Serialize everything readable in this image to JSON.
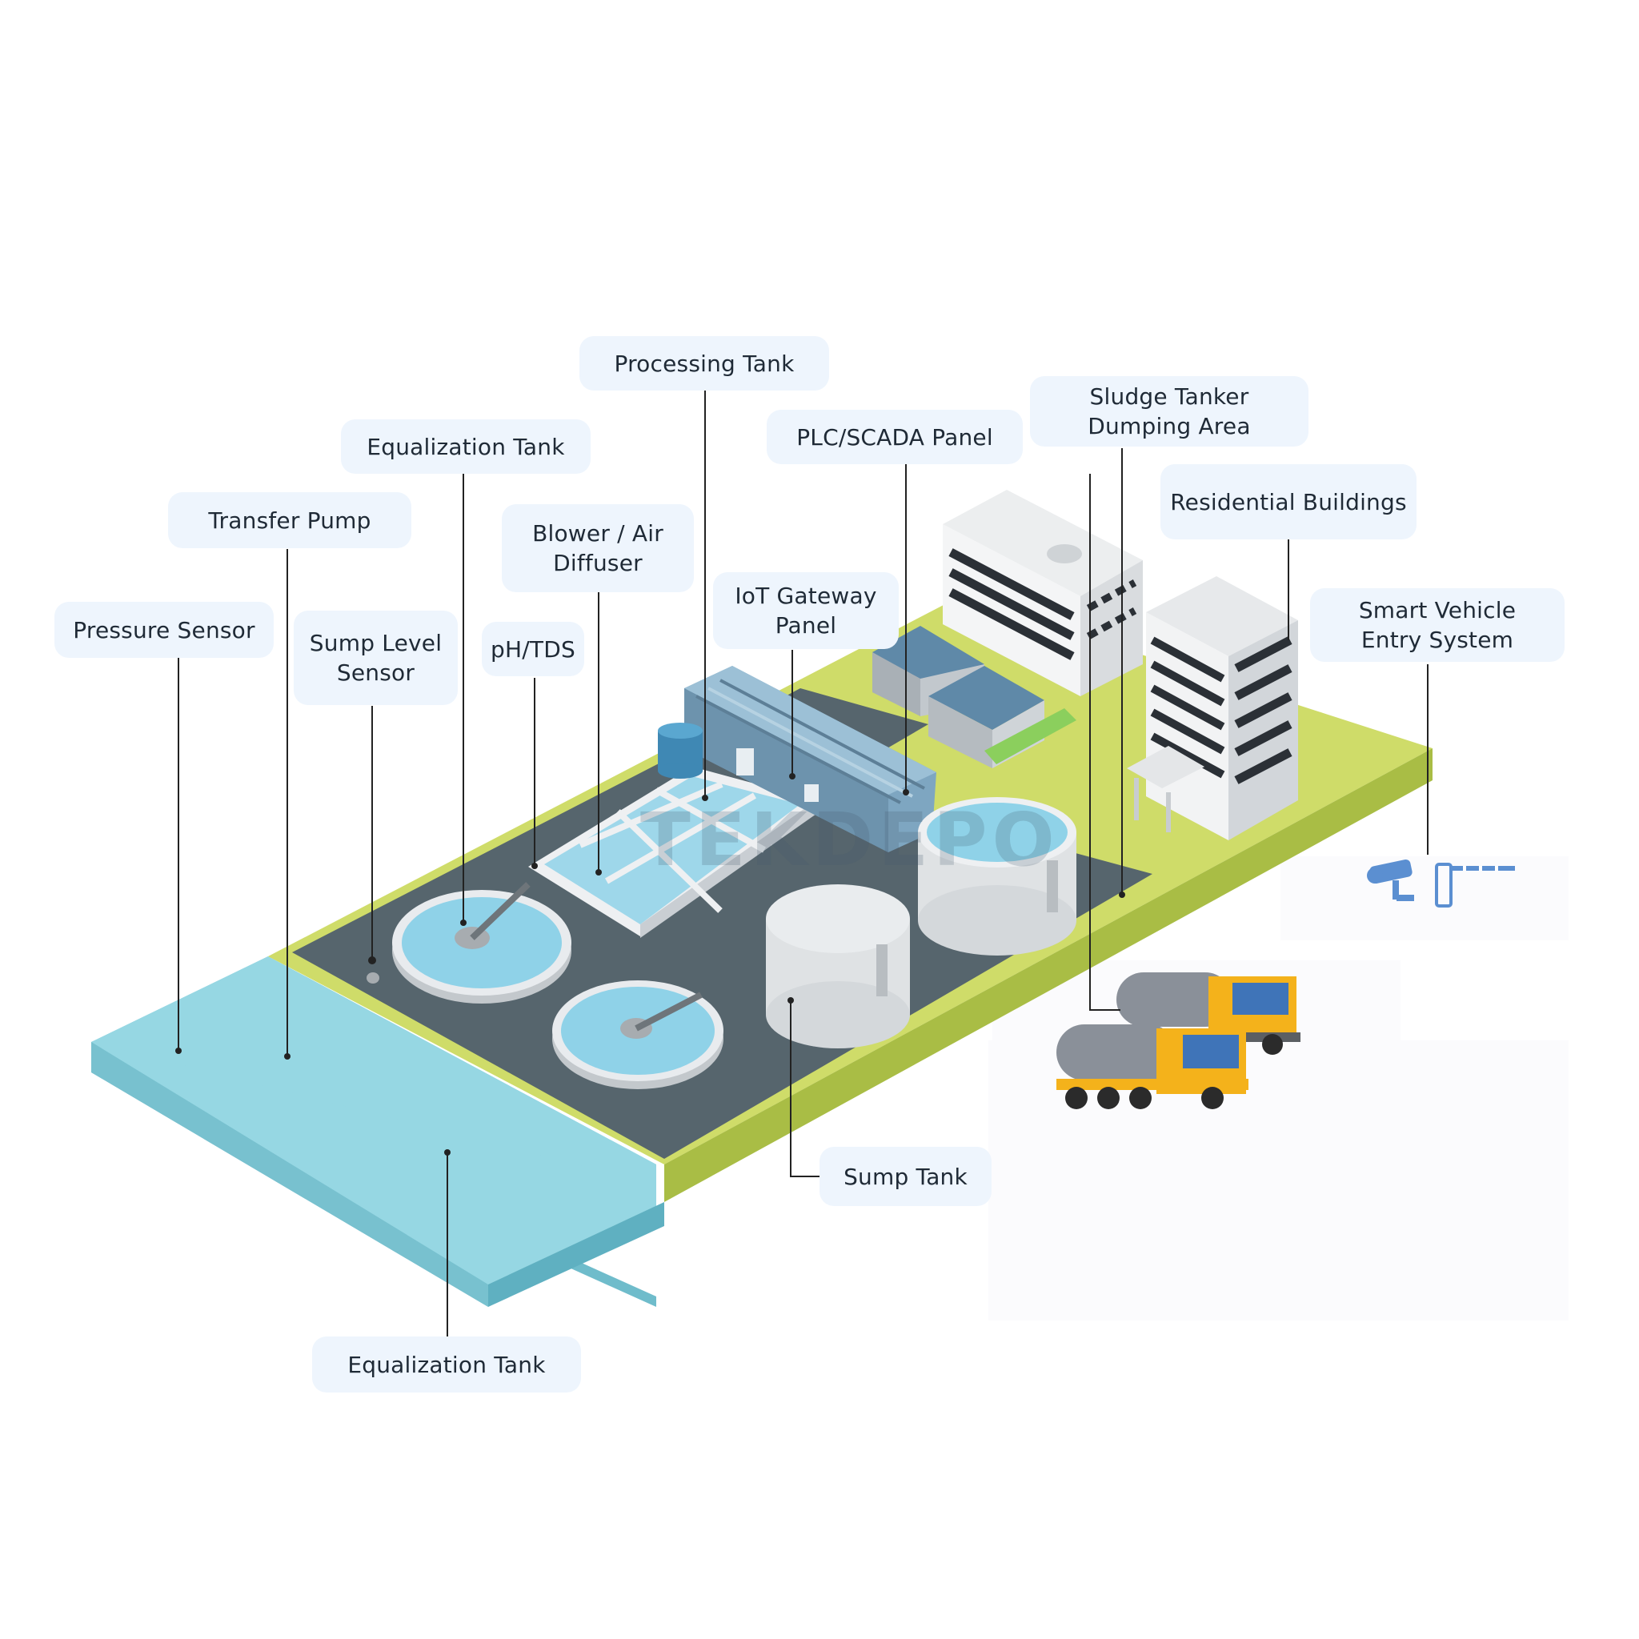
{
  "labels": {
    "processing_tank": "Processing Tank",
    "sludge_line1": "Sludge Tanker",
    "sludge_line2": "Dumping Area",
    "plc_scada": "PLC/SCADA Panel",
    "equalization_top": "Equalization Tank",
    "residential": "Residential Buildings",
    "transfer_pump": "Transfer Pump",
    "blower_line1": "Blower / Air",
    "blower_line2": "Diffuser",
    "iot_line1": "IoT Gateway",
    "iot_line2": "Panel",
    "smart_line1": "Smart Vehicle",
    "smart_line2": "Entry System",
    "pressure_sensor": "Pressure Sensor",
    "sump_level_line1": "Sump Level",
    "sump_level_line2": "Sensor",
    "ph_tds": "pH/TDS",
    "sump_tank": "Sump Tank",
    "equalization_bottom": "Equalization Tank"
  },
  "watermark": "TEKDEPO",
  "colors": {
    "water": "#96d7e3",
    "water_side": "#6fbccb",
    "grass": "#cfdc69",
    "grass_side": "#a9bd45",
    "pad": "#56656d",
    "tank_water": "#8fd2e8",
    "label_bg": "#eef5fd",
    "leader": "#222222",
    "truck": "#f4b21b",
    "tanker": "#8a9099",
    "icon_blue": "#5b8fd1"
  }
}
